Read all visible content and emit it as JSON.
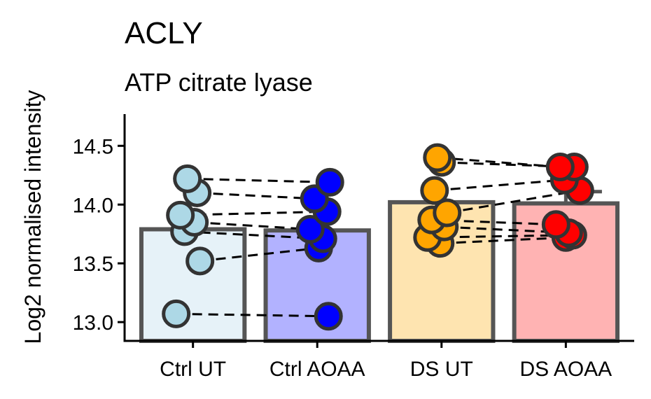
{
  "chart_data": {
    "type": "bar",
    "title": "ACLY",
    "subtitle": "ATP citrate lyase",
    "xlabel": "",
    "ylabel": "Log2 normalised intensity",
    "categories": [
      "Ctrl UT",
      "Ctrl AOAA",
      "DS UT",
      "DS AOAA"
    ],
    "values": [
      13.79,
      13.78,
      14.02,
      14.01
    ],
    "error_upper": [
      13.79,
      13.78,
      14.02,
      14.11
    ],
    "ylim": [
      12.84,
      14.77
    ],
    "yticks": [
      13.0,
      13.5,
      14.0,
      14.5
    ],
    "ytick_labels": [
      "13.0",
      "13.5",
      "14.0",
      "14.5"
    ],
    "bar_fill_colors": [
      "#e6f2f8",
      "#b2b2ff",
      "#fee4b0",
      "#ffb3b3"
    ],
    "point_colors": [
      "#add8e6",
      "#0000ff",
      "#ffa500",
      "#ff0000"
    ],
    "pairs": [
      {
        "left": 13.07,
        "right": 13.05
      },
      {
        "left": 13.52,
        "right": 13.63
      },
      {
        "left": 13.77,
        "right": 13.71
      },
      {
        "left": 13.85,
        "right": 13.79
      },
      {
        "left": 13.91,
        "right": 13.94
      },
      {
        "left": 14.1,
        "right": 14.05
      },
      {
        "left": 14.22,
        "right": 14.19
      },
      {
        "left": 13.67,
        "right": 13.72
      },
      {
        "left": 13.72,
        "right": 13.74
      },
      {
        "left": 13.81,
        "right": 13.76
      },
      {
        "left": 13.87,
        "right": 13.83
      },
      {
        "left": 13.93,
        "right": 14.12
      },
      {
        "left": 14.12,
        "right": 14.21
      },
      {
        "left": 14.36,
        "right": 14.32
      },
      {
        "left": 14.4,
        "right": 14.32
      }
    ],
    "pair_groups": [
      [
        0,
        1
      ],
      [
        0,
        1
      ],
      [
        0,
        1
      ],
      [
        0,
        1
      ],
      [
        0,
        1
      ],
      [
        0,
        1
      ],
      [
        0,
        1
      ],
      [
        2,
        3
      ],
      [
        2,
        3
      ],
      [
        2,
        3
      ],
      [
        2,
        3
      ],
      [
        2,
        3
      ],
      [
        2,
        3
      ],
      [
        2,
        3
      ],
      [
        2,
        3
      ]
    ],
    "grid": false,
    "legend": "none"
  }
}
